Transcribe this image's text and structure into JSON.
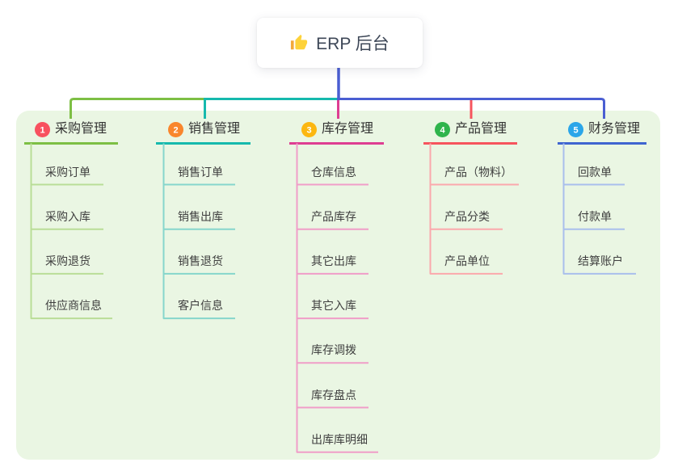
{
  "root": {
    "label": "ERP 后台",
    "icon": "thumbs-up-icon"
  },
  "canvas": {
    "panel_background": "#eaf6e3",
    "background": "#ffffff"
  },
  "connector": {
    "trunk_color": "#4a5ed2"
  },
  "branches": [
    {
      "number": "1",
      "label": "采购管理",
      "badge_color": "#f8515f",
      "line_color": "#7dbf44",
      "child_line_color": "#b9dd97",
      "children": [
        "采购订单",
        "采购入库",
        "采购退货",
        "供应商信息"
      ]
    },
    {
      "number": "2",
      "label": "销售管理",
      "badge_color": "#f9862c",
      "line_color": "#16b9ad",
      "child_line_color": "#86d6cc",
      "children": [
        "销售订单",
        "销售出库",
        "销售退货",
        "客户信息"
      ]
    },
    {
      "number": "3",
      "label": "库存管理",
      "badge_color": "#fcb711",
      "line_color": "#de3d92",
      "child_line_color": "#f09dc8",
      "children": [
        "仓库信息",
        "产品库存",
        "其它出库",
        "其它入库",
        "库存调拨",
        "库存盘点",
        "出库库明细"
      ]
    },
    {
      "number": "4",
      "label": "产品管理",
      "badge_color": "#2fb44c",
      "line_color": "#f6545d",
      "child_line_color": "#fba8ac",
      "children": [
        "产品（物料）",
        "产品分类",
        "产品单位"
      ]
    },
    {
      "number": "5",
      "label": "财务管理",
      "badge_color": "#2ba6e9",
      "line_color": "#3f65d0",
      "child_line_color": "#a9bfec",
      "children": [
        "回款单",
        "付款单",
        "结算账户"
      ]
    }
  ]
}
